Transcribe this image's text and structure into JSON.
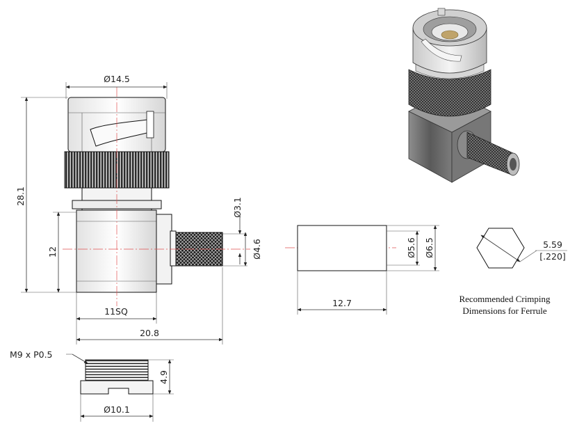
{
  "dimensions": {
    "dia_14_5": "Ø14.5",
    "height_28_1": "28.1",
    "height_12": "12",
    "dia_3_1": "Ø3.1",
    "dia_4_6": "Ø4.6",
    "width_11sq": "11SQ",
    "width_20_8": "20.8",
    "ferrule_dia_5_6": "Ø5.6",
    "ferrule_dia_6_5": "Ø6.5",
    "ferrule_len_12_7": "12.7",
    "hex_5_59": "5.59",
    "hex_220": "[.220]",
    "thread_label": "M9 x P0.5",
    "nut_height_4_9": "4.9",
    "nut_dia_10_1": "Ø10.1"
  },
  "notes": {
    "crimp_line1": "Recommended Crimping",
    "crimp_line2": "Dimensions for Ferrule"
  },
  "colors": {
    "centerline": "#e05050",
    "metal_light": "#e8e8e8",
    "metal_dark": "#6b6b6b",
    "line": "#111111"
  }
}
